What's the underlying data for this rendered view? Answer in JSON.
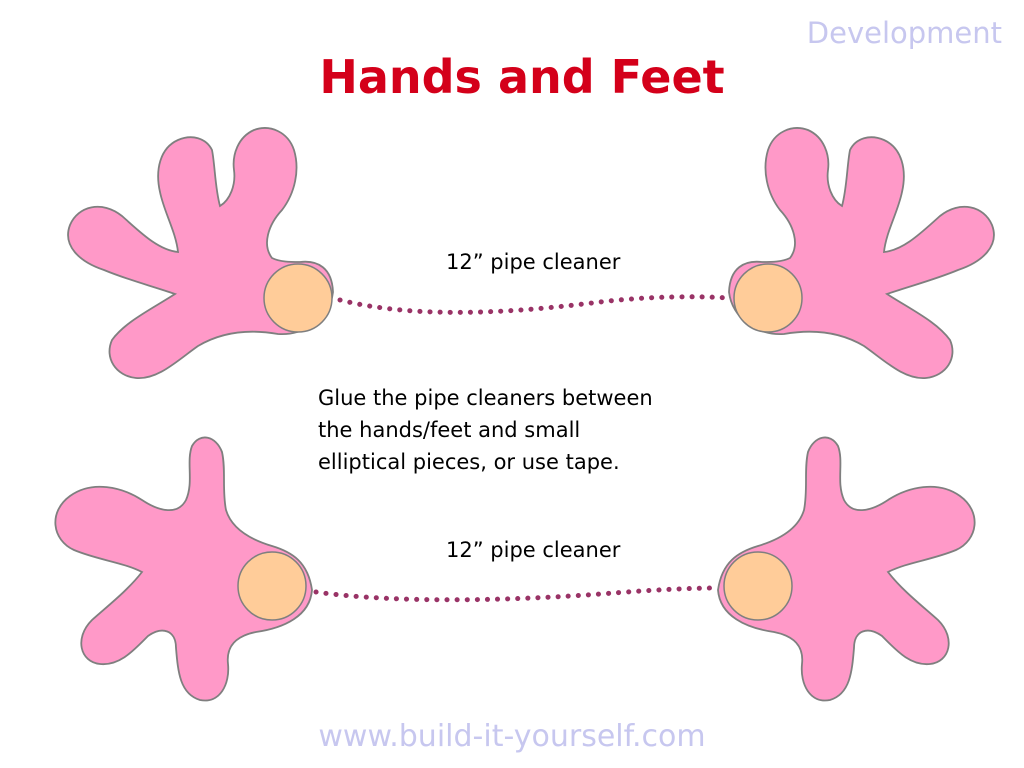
{
  "header": {
    "section": "Development",
    "title": "Hands and Feet"
  },
  "labels": {
    "top_pipe": "12” pipe cleaner",
    "bottom_pipe": "12” pipe cleaner"
  },
  "instructions": "Glue the pipe cleaners between\nthe hands/feet and small\nelliptical pieces, or use tape.",
  "footer": {
    "url": "www.build-it-yourself.com"
  },
  "colors": {
    "title": "#d4001a",
    "accent_text": "#c7c7ef",
    "hand_fill": "#ff99c8",
    "hand_stroke": "#7f7f7f",
    "disc_fill": "#ffcc99",
    "pipe_cleaner": "#993366"
  },
  "icons": [
    "hand-shape-icon",
    "foot-shape-icon",
    "circle-piece-icon",
    "pipe-cleaner-icon"
  ]
}
